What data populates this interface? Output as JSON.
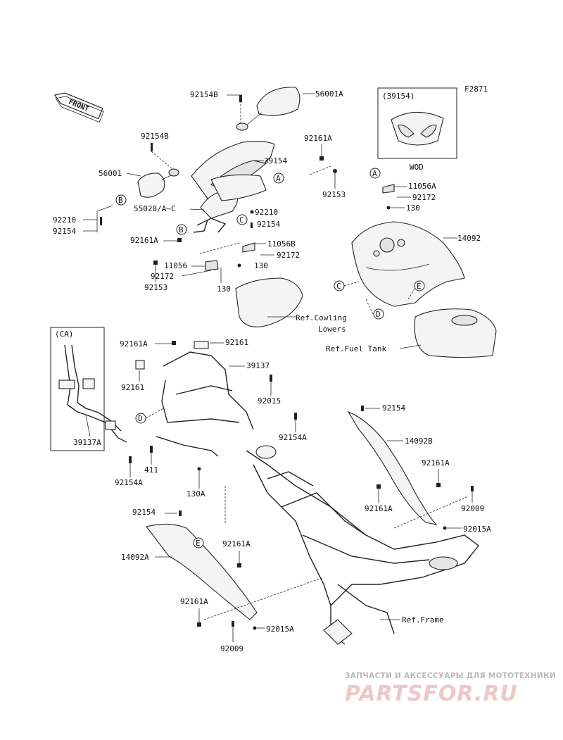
{
  "figure_id": "F2871",
  "front_label": "FRONT",
  "option_box": {
    "title": "(39154)",
    "caption": "WOD"
  },
  "ca_box": {
    "title": "(CA)",
    "part": "39137A"
  },
  "refs": {
    "cowling": "Ref.Cowling",
    "cowling2": "Lowers",
    "fuel_tank": "Ref.Fuel Tank",
    "frame": "Ref.Frame"
  },
  "circle_letters": [
    "A",
    "B",
    "C",
    "D",
    "E"
  ],
  "parts": {
    "p92154B_top": "92154B",
    "p56001A": "56001A",
    "p92154B": "92154B",
    "p39154": "39154",
    "p92161A_top": "92161A",
    "p56001": "56001",
    "p92153_r": "92153",
    "p11056A": "11056A",
    "p92172_r": "92172",
    "p130_r": "130",
    "p55028": "55028/A~C",
    "p92210_l": "92210",
    "p92154_l": "92154",
    "p92210_c": "92210",
    "p92154_c": "92154",
    "p14092": "14092",
    "p92161A_l": "92161A",
    "p11056B": "11056B",
    "p92172_c": "92172",
    "p11056": "11056",
    "p130_c": "130",
    "p92172_b": "92172",
    "p92153_b": "92153",
    "p130_b": "130",
    "p92161A_m": "92161A",
    "p92161": "92161",
    "p39137": "39137",
    "p92161_l": "92161",
    "p92015": "92015",
    "p92154_r": "92154",
    "p92154A": "92154A",
    "p14092B": "14092B",
    "p411": "411",
    "p92154A_b": "92154A",
    "p92161A_r": "92161A",
    "p130A": "130A",
    "p92161A_r2": "92161A",
    "p92009_r": "92009",
    "p92015A_r": "92015A",
    "p92154_bl": "92154",
    "p14092A": "14092A",
    "p92161A_bl": "92161A",
    "p92161A_bb": "92161A",
    "p92015A_b": "92015A",
    "p92009_b": "92009"
  },
  "watermark": {
    "line1": "ЗАПЧАСТИ И АКСЕССУАРЫ ДЛЯ МОТОТЕХНИКИ",
    "line2": "PARTSFOR.RU"
  }
}
